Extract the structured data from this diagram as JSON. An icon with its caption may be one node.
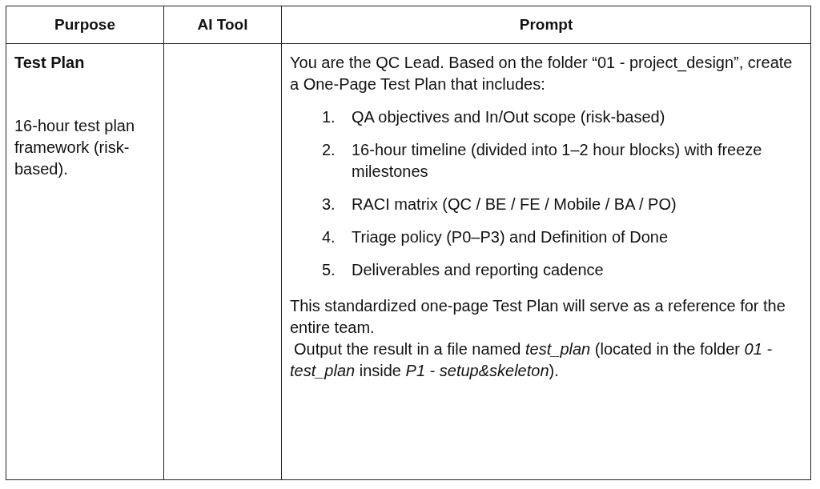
{
  "diagram": {
    "labels": [
      "Purpose",
      "AI Tool",
      "Prompt",
      "Test Plan",
      "16-hour test plan framework (risk-based).",
      "You are the QC Lead. Based on the folder “01 - project_design”, create a One-Page Test Plan that includes:",
      "1.",
      "QA objectives and In/Out scope (risk-based)",
      "2.",
      "16-hour timeline (divided into 1–2 hour blocks) with freeze milestones",
      "3.",
      "RACI matrix (QC / BE / FE / Mobile / BA / PO)",
      "4.",
      "Triage policy (P0–P3) and Definition of Done",
      "5.",
      "Deliverables and reporting cadence",
      "This standardized one-page Test Plan will serve as a reference for the entire team.",
      "Output the result in a file named *test_plan* (located in the folder *01 - test_plan* inside *P1 - setup&skeleton*)."
    ]
  }
}
